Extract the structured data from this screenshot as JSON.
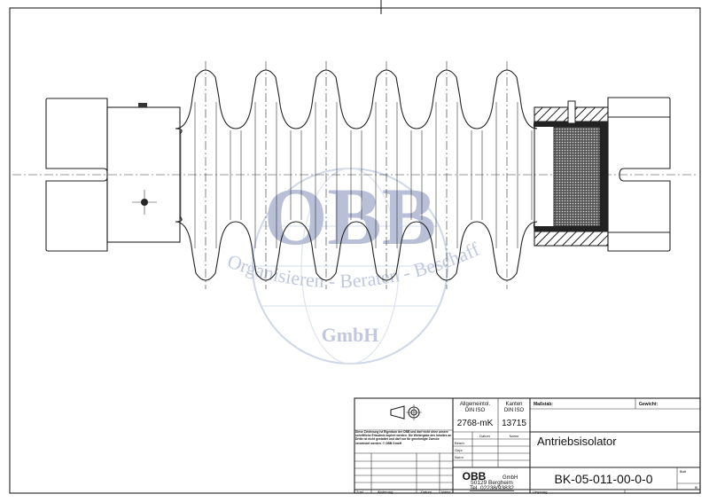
{
  "watermark": {
    "logo": "OBB",
    "slogan": "Organisieren - Beraten - Beschaffen",
    "suffix": "GmbH"
  },
  "title_block": {
    "notice": "Diese Zeichnung ist Eigentum der OBB und darf nicht ohne unsere schriftliche Erlaubnis kopiert werden. Die Weitergabe des Inhaltes an Dritte ist nicht gestattet und darf nur für genehmigte Zwecke verwendet werden. © OBB GmbH",
    "general_tol_label_1": "Allgemeintol.",
    "general_tol_label_2": "DIN ISO",
    "general_tol_value": "2768-mK",
    "edges_label_1": "Kanten",
    "edges_label_2": "DIN ISO",
    "edges_value": "13715",
    "date_header": "Datum",
    "name_header": "Name",
    "row_bearb": "Bearb.",
    "row_gepr": "Gepr.",
    "row_norm": "Norm",
    "company_name": "OBB",
    "company_suffix": "GmbH",
    "company_city": "50129 Bergheim",
    "company_phone": "Tel. 02238/93832",
    "scale_label": "Maßstab:",
    "weight_label": "Gewicht:",
    "part_name": "Antriebsisolator",
    "drawing_number": "BK-05-011-00-0-0",
    "sheet_label": "Blatt",
    "sheet_suffix": "Bl.",
    "origin_label": "Ursprung",
    "rev_col_index": "Zust.",
    "rev_col_change": "Änderung",
    "rev_col_date": "Datum",
    "rev_col_name": "Name"
  }
}
